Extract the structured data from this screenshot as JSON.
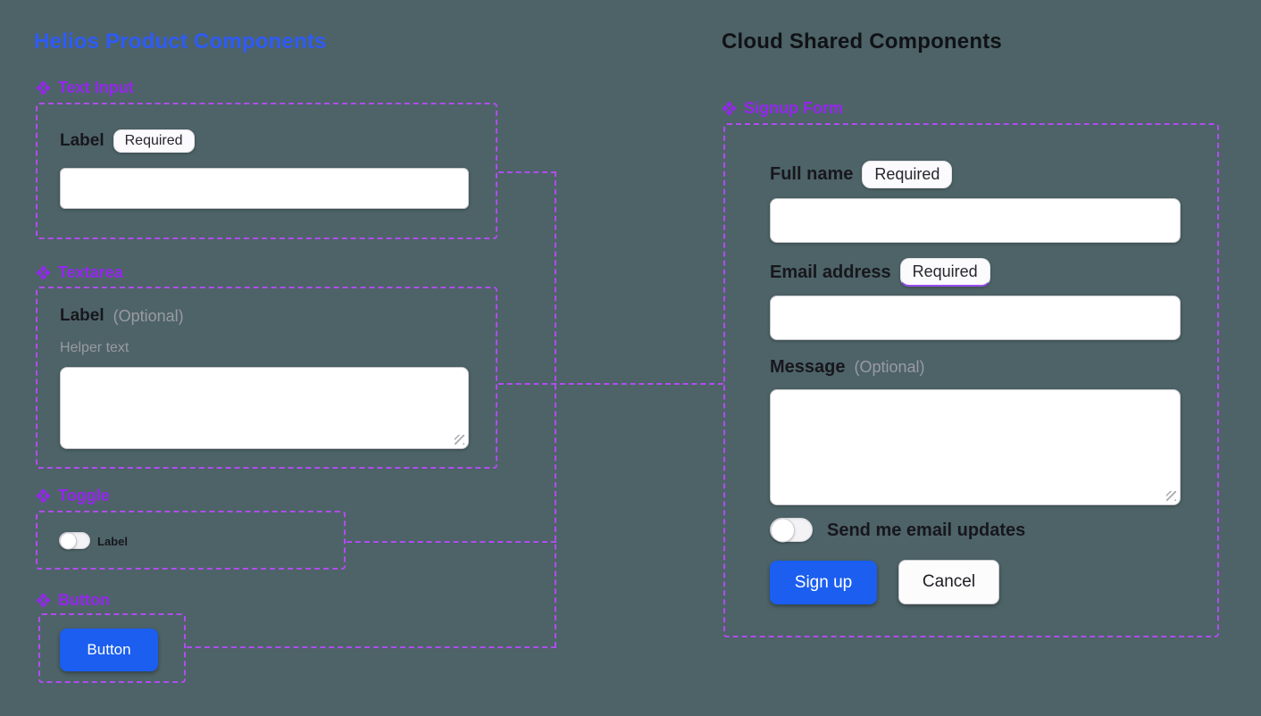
{
  "colors": {
    "canvas_background": "#4d6367",
    "dashed_frame_purple": "#b04cf2",
    "component_purple": "#9526ee",
    "left_title_blue": "#2e5bf7",
    "button_blue": "#1b5ef0",
    "heading_dark": "#101216"
  },
  "left_panel": {
    "title": "Helios Product Components",
    "text_input": {
      "section_label": "Text Input",
      "field_label": "Label",
      "badge": "Required",
      "input_value": ""
    },
    "textarea": {
      "section_label": "Textarea",
      "field_label": "Label",
      "optional_suffix": "(Optional)",
      "helper_text": "Helper text",
      "textarea_value": ""
    },
    "toggle": {
      "section_label": "Toggle",
      "toggle_label": "Label",
      "state": "off"
    },
    "button": {
      "section_label": "Button",
      "button_label": "Button"
    }
  },
  "right_panel": {
    "title": "Cloud Shared Components",
    "signup_form": {
      "section_label": "Signup Form",
      "full_name": {
        "label": "Full name",
        "badge": "Required",
        "value": ""
      },
      "email": {
        "label": "Email address",
        "badge": "Required",
        "value": ""
      },
      "message": {
        "label": "Message",
        "optional_suffix": "(Optional)",
        "value": ""
      },
      "email_updates": {
        "label": "Send me email updates",
        "state": "off"
      },
      "submit_label": "Sign up",
      "cancel_label": "Cancel"
    }
  }
}
